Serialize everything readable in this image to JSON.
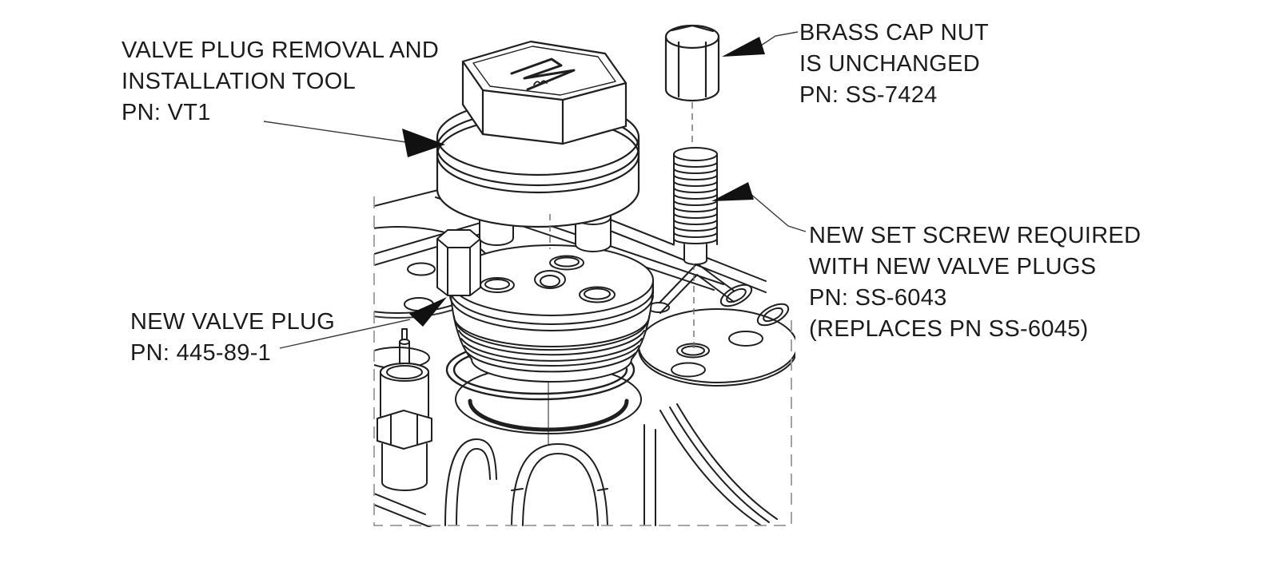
{
  "colors": {
    "line": "#1f1f1f",
    "arrow": "#111111",
    "dashed_border": "#9a9a9a",
    "centerline": "#6b6b6b",
    "background": "#ffffff",
    "text": "#1c1c1c"
  },
  "labels": {
    "tool": {
      "lines": [
        "VALVE PLUG REMOVAL AND",
        "INSTALLATION TOOL",
        "PN: VT1"
      ]
    },
    "cap_nut": {
      "lines": [
        "BRASS CAP NUT",
        "IS UNCHANGED",
        "PN: SS-7424"
      ]
    },
    "set_screw": {
      "lines": [
        "NEW SET SCREW REQUIRED",
        "WITH NEW VALVE PLUGS",
        "PN: SS-6043",
        "(REPLACES PN SS-6045)"
      ]
    },
    "valve_plug": {
      "lines": [
        "NEW VALVE PLUG",
        "PN: 445-89-1"
      ]
    }
  },
  "parts": [
    "valve-plug-removal-tool",
    "brass-cap-nut",
    "set-screw",
    "new-valve-plug",
    "o-ring",
    "compressor-body"
  ]
}
